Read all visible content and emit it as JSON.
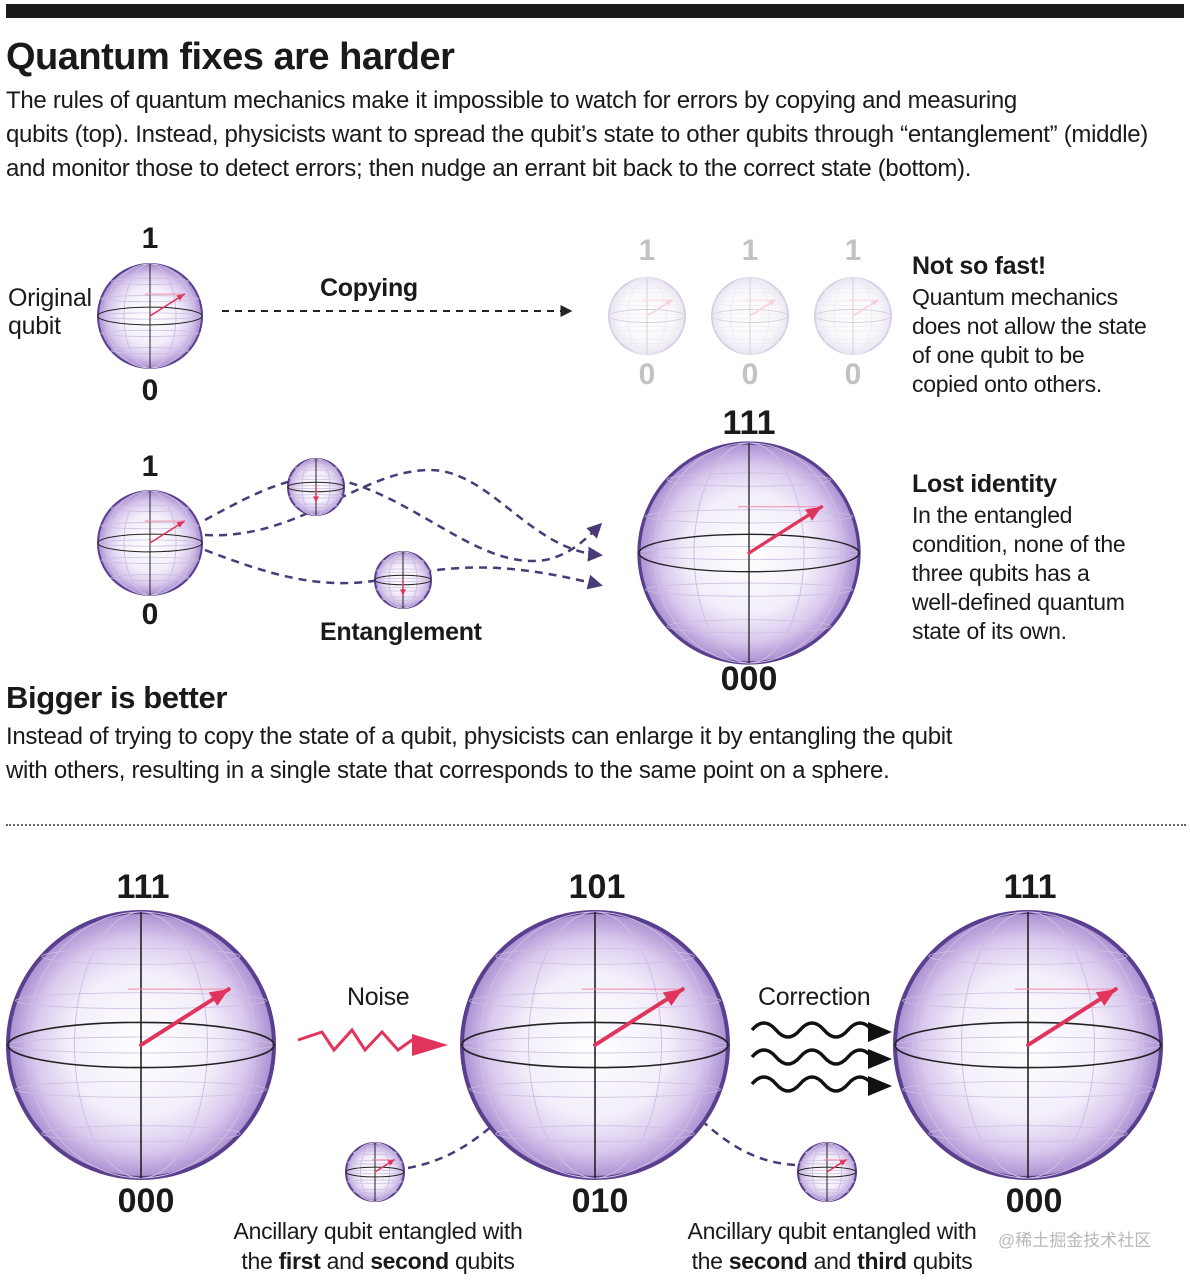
{
  "header": {
    "title": "Quantum fixes are harder",
    "intro_line1": "The rules of quantum mechanics make it impossible to watch for errors by copying and measuring",
    "intro_line2": "qubits (top). Instead, physicists want to spread the qubit’s state to other qubits through “entanglement” (middle)",
    "intro_line3": "and monitor those to detect errors; then nudge an errant bit back to the correct state (bottom)."
  },
  "copying_row": {
    "original_label_line1": "Original",
    "original_label_line2": "qubit",
    "top_state": "1",
    "bottom_state": "0",
    "arrow_label": "Copying",
    "copy_top_states": [
      "1",
      "1",
      "1"
    ],
    "copy_bottom_states": [
      "0",
      "0",
      "0"
    ],
    "note_title": "Not so fast!",
    "note_lines": [
      "Quantum mechanics",
      "does not allow the state",
      "of one qubit to be",
      "copied onto others."
    ]
  },
  "entanglement_row": {
    "top_state": "1",
    "bottom_state": "0",
    "arrow_label": "Entanglement",
    "big_top_state": "111",
    "big_bottom_state": "000",
    "note_title": "Lost identity",
    "note_lines": [
      "In the entangled",
      "condition, none of the",
      "three qubits has a",
      "well-defined quantum",
      "state of its own."
    ]
  },
  "section2": {
    "title": "Bigger is better",
    "line1": "Instead of trying to copy the state of a qubit, physicists can enlarge it by entangling the qubit",
    "line2": "with others, resulting in a single state that corresponds to the same point on a sphere."
  },
  "correction_row": {
    "left_top": "111",
    "left_bottom": "000",
    "noise_label": "Noise",
    "middle_top": "101",
    "middle_bottom": "010",
    "correction_label": "Correction",
    "right_top": "111",
    "right_bottom": "000",
    "caption_left": {
      "pre": "Ancillary qubit entangled with",
      "the": "the ",
      "first": "first",
      "and": " and ",
      "second": "second",
      "post": " qubits"
    },
    "caption_right": {
      "pre": "Ancillary qubit entangled with",
      "the": "the ",
      "second": "second",
      "and": " and ",
      "third": "third",
      "post": " qubits"
    }
  },
  "watermark": "@稀土掘金技术社区",
  "colors": {
    "sphere_rim": "#5b3f8f",
    "sphere_fill": "#e4d9f2",
    "arrow": "#e0345c",
    "dashed": "#4a3b78",
    "faded": "#c2c2c2"
  }
}
